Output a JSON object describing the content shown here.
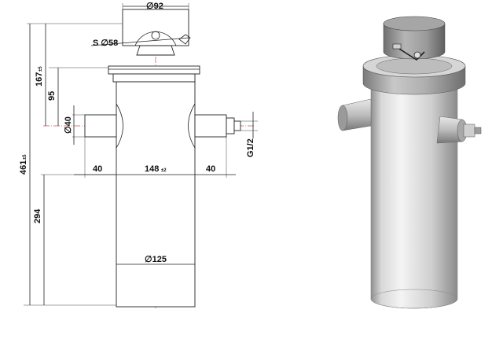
{
  "drawing": {
    "dims": {
      "d_top": "∅92",
      "sphere": "S ∅58",
      "h167": "167",
      "h167_tol": "±5",
      "h95": "95",
      "d40": "∅40",
      "h461": "461",
      "h461_tol": "±5",
      "h294": "294",
      "w_left": "40",
      "w_mid": "148",
      "w_mid_tol": "±2",
      "w_right": "40",
      "thread": "G1/2",
      "d125": "∅125"
    }
  },
  "colors": {
    "line": "#222222",
    "centerline": "#b00000",
    "metal_light": "#ededed",
    "metal_mid": "#c4c4c4",
    "metal_dark": "#8a8a8a"
  }
}
